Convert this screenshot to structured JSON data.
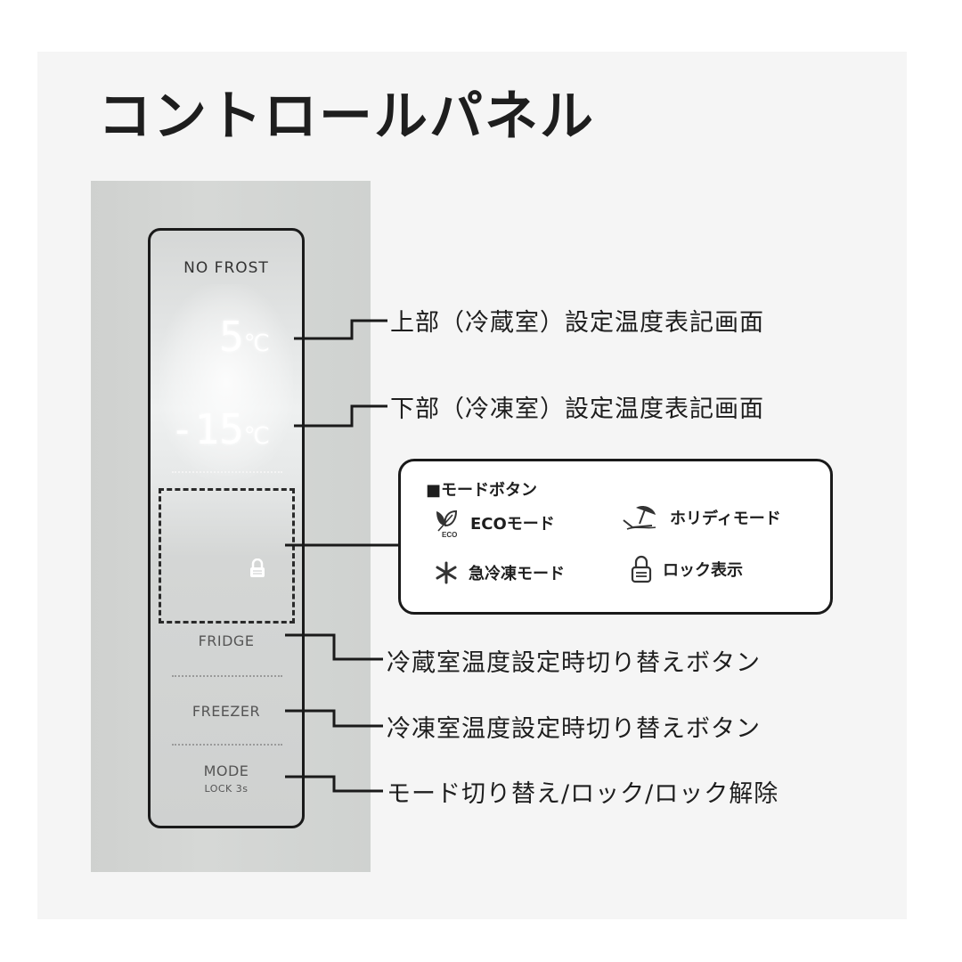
{
  "title": "コントロールパネル",
  "panel": {
    "brand_label": "NO FROST",
    "fridge_temp": {
      "value": "5",
      "unit": "℃"
    },
    "freezer_temp": {
      "value": "-15",
      "unit": "℃"
    },
    "buttons": [
      {
        "label": "FRIDGE"
      },
      {
        "label": "FREEZER"
      },
      {
        "label": "MODE",
        "sublabel": "LOCK 3s"
      }
    ]
  },
  "callouts": {
    "upper_display": "上部（冷蔵室）設定温度表記画面",
    "lower_display": "下部（冷凍室）設定温度表記画面",
    "fridge_button": "冷蔵室温度設定時切り替えボタン",
    "freezer_button": "冷凍室温度設定時切り替えボタン",
    "mode_button": "モード切り替え/ロック/ロック解除"
  },
  "mode_legend": {
    "title": "■モードボタン",
    "items": [
      {
        "icon": "eco-leaf-icon",
        "label": "ECOモード"
      },
      {
        "icon": "holiday-umbrella-icon",
        "label": "ホリディモード"
      },
      {
        "icon": "snowflake-icon",
        "label": "急冷凍モード"
      },
      {
        "icon": "lock-icon",
        "label": "ロック表示"
      }
    ]
  },
  "colors": {
    "background": "#f5f5f5",
    "door": "#d2d4d2",
    "line": "#1a1a1a",
    "led": "#ffffff"
  }
}
